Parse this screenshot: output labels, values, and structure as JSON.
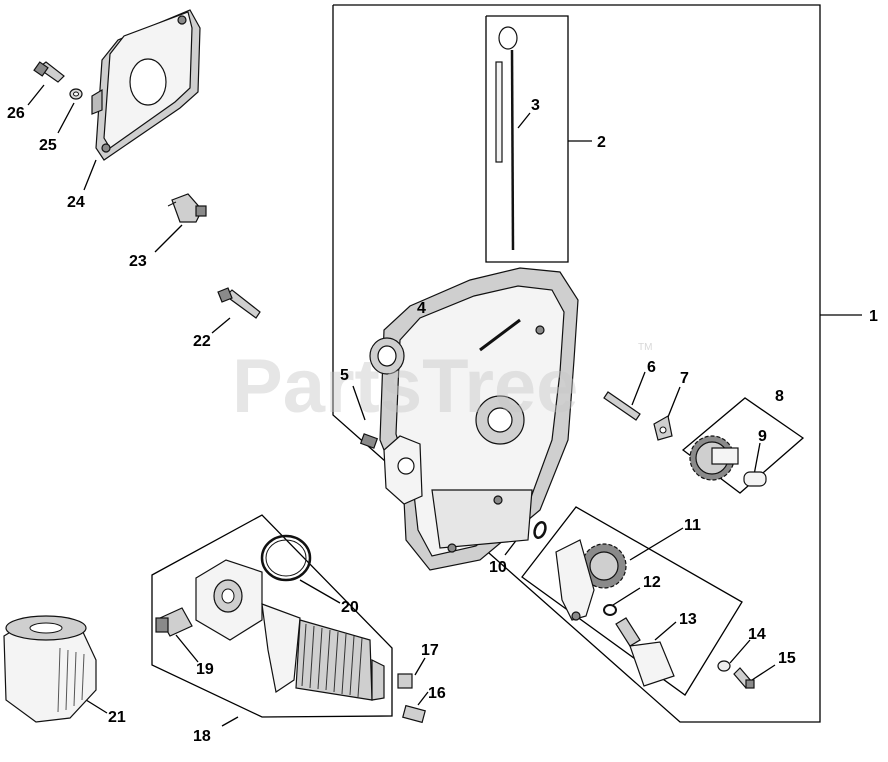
{
  "watermark": {
    "text": "PartsTree",
    "tm": "TM"
  },
  "callouts": [
    "1",
    "2",
    "3",
    "4",
    "5",
    "6",
    "7",
    "8",
    "9",
    "10",
    "11",
    "12",
    "13",
    "14",
    "15",
    "16",
    "17",
    "18",
    "19",
    "20",
    "21",
    "22",
    "23",
    "24",
    "25",
    "26"
  ]
}
